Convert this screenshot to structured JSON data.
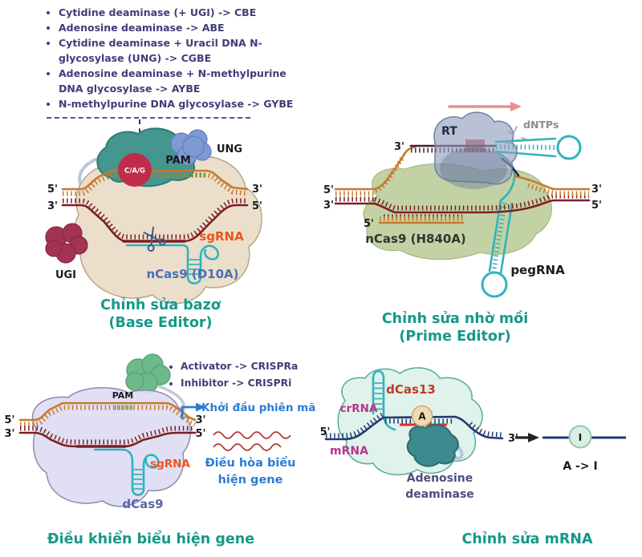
{
  "colors": {
    "teal_title": "#15988a",
    "navy_text": "#3e3e78",
    "orange_dna": "#c8792c",
    "dark_red_dna": "#7c1f22",
    "cyan_rna": "#2fb3bd",
    "blue_accent": "#2b7cd4",
    "red_label": "#c13a2a",
    "magenta_label": "#b5368e",
    "green_pam": "#43b04a",
    "teal_blob": "#44968f",
    "blue_blob": "#7f99d2",
    "maroon_blob": "#a23352",
    "beige_blob": "#ebdfcb",
    "purple_blob": "#dedcf2",
    "olive_blob": "#b3c78e",
    "mint_blob": "#ddf1ea",
    "gray_blob": "#8e9cbb"
  },
  "base_editor": {
    "legend": [
      "Cytidine deaminase (+ UGI) -> CBE",
      "Adenosine deaminase -> ABE",
      "Cytidine deaminase + Uracil DNA N-glycosylase (UNG) -> CGBE",
      "Adenosine deaminase + N-methylpurine DNA glycosylase -> AYBE",
      "N-methylpurine DNA glycosylase -> GYBE"
    ],
    "labels": {
      "ung": "UNG",
      "ugi": "UGI",
      "pam": "PAM",
      "cag": "C/A/G",
      "sgrna": "sgRNA",
      "ncas9": "nCas9 (D10A)",
      "five": "5'",
      "three": "3'"
    },
    "title_line1": "Chỉnh sửa bazơ",
    "title_line2": "(Base Editor)"
  },
  "prime_editor": {
    "labels": {
      "rt": "RT",
      "dntps": "dNTPs",
      "ncas9": "nCas9 (H840A)",
      "pegrna": "pegRNA",
      "five": "5'",
      "three": "3'"
    },
    "title_line1": "Chỉnh sửa nhờ mồi",
    "title_line2": "(Prime Editor)"
  },
  "gene_regulation": {
    "legend": [
      "Activator -> CRISPRa",
      "Inhibitor -> CRISPRi"
    ],
    "labels": {
      "pam": "PAM",
      "sgrna": "sgRNA",
      "dcas9": "dCas9",
      "transcription_start": "Khởi đầu phiên mã",
      "regulation_line1": "Điều hòa biểu",
      "regulation_line2": "hiện gene",
      "five": "5'",
      "three": "3'"
    },
    "title": "Điều khiển biểu hiện gene"
  },
  "mrna_editor": {
    "labels": {
      "dcas13": "dCas13",
      "crrna": "crRNA",
      "mrna": "mRNA",
      "a_base": "A",
      "i_base": "I",
      "conversion": "A -> I",
      "deaminase_line1": "Adenosine",
      "deaminase_line2": "deaminase",
      "five": "5'",
      "three": "3'"
    },
    "title": "Chỉnh sửa mRNA"
  }
}
